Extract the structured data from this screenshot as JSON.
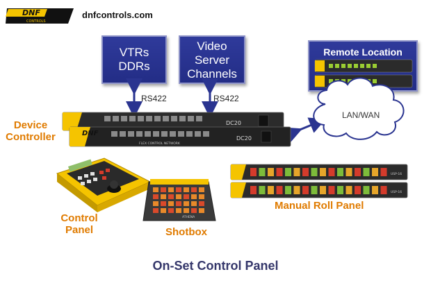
{
  "header": {
    "logo_text": "DNF",
    "logo_subtext": "CONTROLS",
    "site_url": "dnfcontrols.com"
  },
  "boxes": {
    "vtrs": {
      "line1": "VTRs",
      "line2": "DDRs"
    },
    "video_server": {
      "line1": "Video",
      "line2": "Server",
      "line3": "Channels"
    },
    "remote_location": {
      "title": "Remote Location"
    }
  },
  "connections": {
    "left_label": "RS422",
    "right_label": "RS422",
    "network_label": "LAN/WAN"
  },
  "devices": {
    "device_controller": {
      "line1": "Device",
      "line2": "Controller",
      "model": "DC20",
      "brand": "DNF",
      "panel_text": "FLEX CONTROL NETWORK"
    },
    "control_panel": {
      "line1": "Control",
      "line2": "Panel"
    },
    "shotbox": {
      "label": "Shotbox",
      "panel_text": "ATHENA"
    },
    "manual_roll_panel": {
      "label": "Manual Roll Panel",
      "model": "USP-16"
    }
  },
  "footer": {
    "title": "On-Set Control Panel"
  },
  "colors": {
    "box_blue": "#2a3490",
    "label_orange": "#e07b00",
    "logo_yellow": "#f5c400",
    "footer_navy": "#34366a"
  }
}
